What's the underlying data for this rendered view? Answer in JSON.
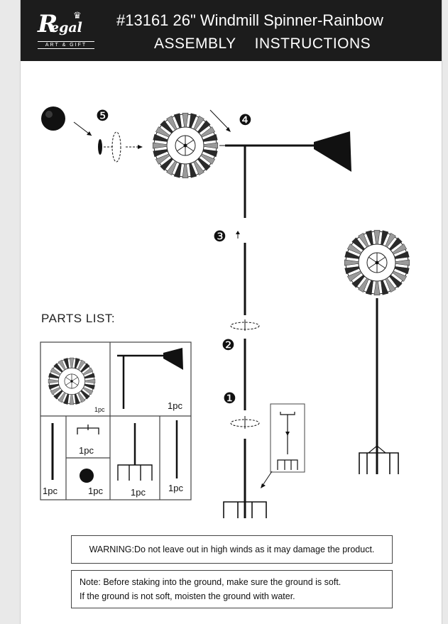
{
  "header": {
    "logo_letter": "R",
    "logo_rest": "egal",
    "logo_sub": "ART & GIFT",
    "title": "#13161  26\" Windmill  Spinner-Rainbow",
    "subtitle_left": "ASSEMBLY",
    "subtitle_right": "INSTRUCTIONS"
  },
  "steps": [
    "❶",
    "❷",
    "❸",
    "❹",
    "❺"
  ],
  "parts_list": {
    "title": "PARTS LIST:",
    "quantities": [
      "1pc",
      "1pc",
      "1pc",
      "1pc",
      "1pc",
      "1pc",
      "1pc"
    ]
  },
  "warning": "WARNING:Do not leave out in high winds as it may damage the product.",
  "note": {
    "line1": "Note: Before staking into the ground, make sure the ground is soft.",
    "line2": "If the ground is not soft, moisten the ground with water."
  },
  "colors": {
    "header_bg": "#1c1c1c",
    "header_text": "#ffffff",
    "ink": "#111111"
  }
}
